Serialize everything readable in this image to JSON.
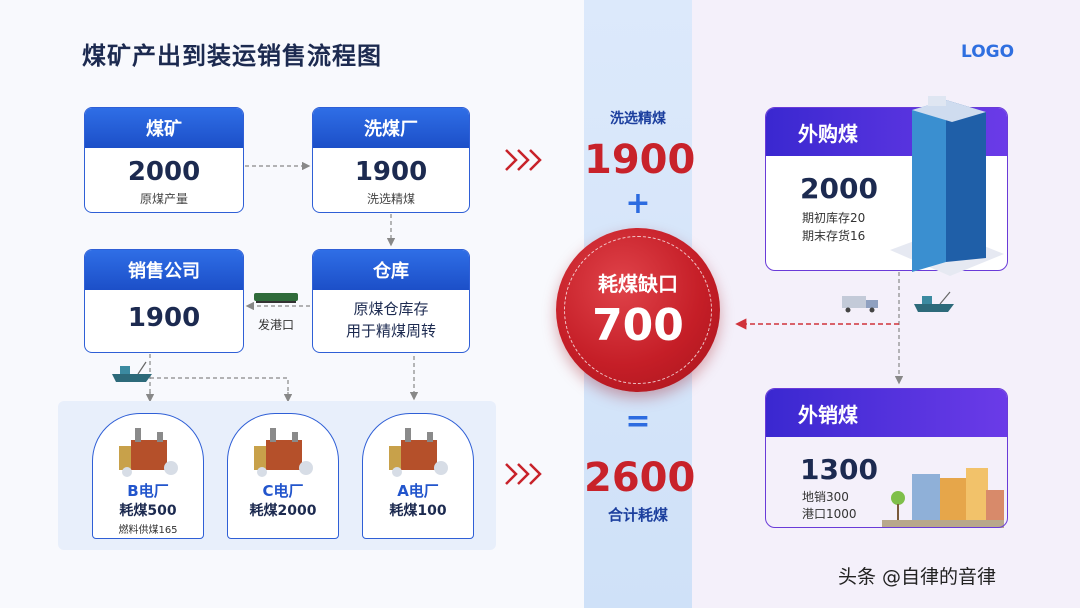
{
  "title": "煤矿产出到装运销售流程图",
  "logo": "LOGO",
  "mine": {
    "label": "煤矿",
    "value": "2000",
    "sub": "原煤产量"
  },
  "wash": {
    "label": "洗煤厂",
    "value": "1900",
    "sub": "洗选精煤"
  },
  "sales": {
    "label": "销售公司",
    "value": "1900"
  },
  "warehouse": {
    "label": "仓库",
    "line1": "原煤仓库存",
    "line2": "用于精煤周转"
  },
  "port_label": "发港口",
  "plants": [
    {
      "name": "B电厂",
      "consume": "耗煤500",
      "fuel": "燃料供煤165"
    },
    {
      "name": "C电厂",
      "consume": "耗煤2000",
      "fuel": ""
    },
    {
      "name": "A电厂",
      "consume": "耗煤100",
      "fuel": ""
    }
  ],
  "middle": {
    "top_label": "洗选精煤",
    "top_value": "1900",
    "plus": "+",
    "circle_label": "耗煤缺口",
    "circle_value": "700",
    "equals": "=",
    "bottom_value": "2600",
    "bottom_label": "合计耗煤"
  },
  "purchase": {
    "label": "外购煤",
    "value": "2000",
    "line1": "期初库存20",
    "line2": "期末存货16"
  },
  "external_sales": {
    "label": "外销煤",
    "value": "1300",
    "line1": "地销300",
    "line2": "港口1000"
  },
  "watermark": "头条 @自律的音律",
  "colors": {
    "blue": "#2f5fd6",
    "purple": "#5a30e0",
    "red": "#c8222a"
  }
}
